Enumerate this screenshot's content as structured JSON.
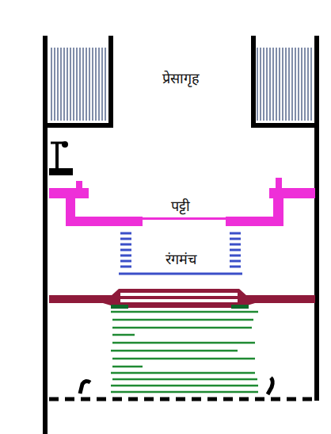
{
  "diagram": {
    "labels": [
      "प्रेसागृह",
      "पट्टी",
      "रंगमंच"
    ]
  }
}
